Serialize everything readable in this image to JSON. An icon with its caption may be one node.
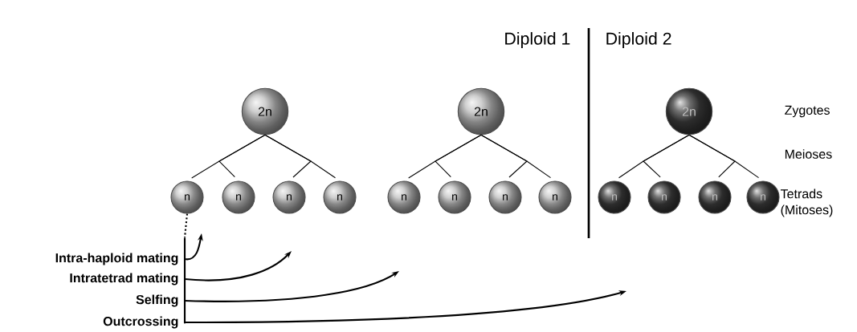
{
  "diagram": {
    "nodes": [
      {
        "text": [
          "2n"
        ]
      },
      {
        "text": [
          "n"
        ]
      },
      {
        "text": [
          "n"
        ]
      },
      {
        "text": [
          "n"
        ]
      },
      {
        "text": [
          "n"
        ]
      },
      {
        "text": [
          "2n"
        ]
      },
      {
        "text": [
          "n"
        ]
      },
      {
        "text": [
          "n"
        ]
      },
      {
        "text": [
          "n"
        ]
      },
      {
        "text": [
          "n"
        ]
      },
      {
        "text": [
          "2n"
        ]
      },
      {
        "text": [
          "n"
        ]
      },
      {
        "text": [
          "n"
        ]
      },
      {
        "text": [
          "n"
        ]
      },
      {
        "text": [
          "n"
        ]
      },
      {
        "text": [
          "Intra-haploid mating"
        ]
      },
      {
        "text": [
          "Intratetrad mating"
        ]
      },
      {
        "text": [
          "Selfing"
        ]
      },
      {
        "text": [
          "Outcrossing"
        ]
      },
      {
        "text": [],
        "shape": "bar"
      }
    ],
    "edges": [
      {
        "from": 0,
        "to": 1,
        "arrow": "none"
      },
      {
        "from": 0,
        "to": 2,
        "arrow": "none"
      },
      {
        "from": 0,
        "to": 3,
        "arrow": "none"
      },
      {
        "from": 0,
        "to": 4,
        "arrow": "none"
      },
      {
        "from": 5,
        "to": 6,
        "arrow": "none"
      },
      {
        "from": 5,
        "to": 7,
        "arrow": "none"
      },
      {
        "from": 5,
        "to": 8,
        "arrow": "none"
      },
      {
        "from": 5,
        "to": 9,
        "arrow": "none"
      },
      {
        "from": 10,
        "to": 11,
        "arrow": "none"
      },
      {
        "from": 10,
        "to": 12,
        "arrow": "none"
      },
      {
        "from": 10,
        "to": 13,
        "arrow": "none"
      },
      {
        "from": 10,
        "to": 14,
        "arrow": "none"
      },
      {
        "from": 15,
        "to": null,
        "arrow": "to"
      },
      {
        "from": 16,
        "to": null,
        "arrow": "to"
      },
      {
        "from": 17,
        "to": null,
        "arrow": "to"
      },
      {
        "from": 18,
        "to": null,
        "arrow": "to"
      },
      {
        "from": 1,
        "to": 19,
        "arrow": "none",
        "style": "dashed"
      }
    ],
    "labels": [
      "Diploid 1",
      "Diploid 2",
      "Zygotes",
      "Meioses",
      "Tetrads (Mitoses)"
    ]
  }
}
